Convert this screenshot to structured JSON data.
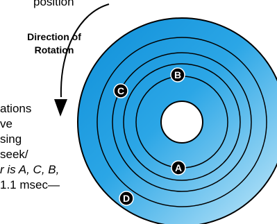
{
  "top_fragment": "position",
  "direction_label": [
    "Direction of",
    "Rotation"
  ],
  "body_lines": [
    "ations",
    "ve",
    "sing",
    "seek/",
    "r is A, C, B,",
    "1.1 msec—"
  ],
  "points": [
    "A",
    "B",
    "C",
    "D"
  ],
  "colors": {
    "disk_outer": "#1a9ce0",
    "disk_inner": "#a8dcf5",
    "stroke": "#000000",
    "badge": "#000000"
  }
}
